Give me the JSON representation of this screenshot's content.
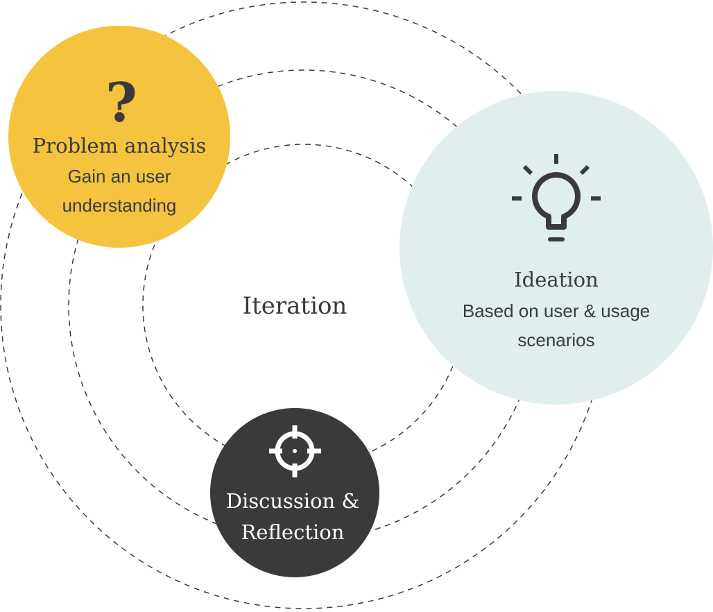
{
  "center_label": "Iteration",
  "stages": [
    {
      "title": "Problem analysis",
      "lines": [
        "Gain an user",
        "understanding"
      ],
      "icon": "question-mark-icon",
      "color": "#F5C33E"
    },
    {
      "title": "Ideation",
      "lines": [
        "Based on user & usage",
        "scenarios"
      ],
      "icon": "lightbulb-icon",
      "color": "#E1EEEE"
    },
    {
      "title_lines": [
        "Discussion &",
        "Reflection"
      ],
      "icon": "target-icon",
      "color": "#3A3A3C"
    }
  ],
  "icon_glyphs": {
    "question": "?"
  },
  "colors": {
    "text": "#3A3A3C",
    "dash": "#3A3A3C",
    "white": "#FFFFFF"
  }
}
